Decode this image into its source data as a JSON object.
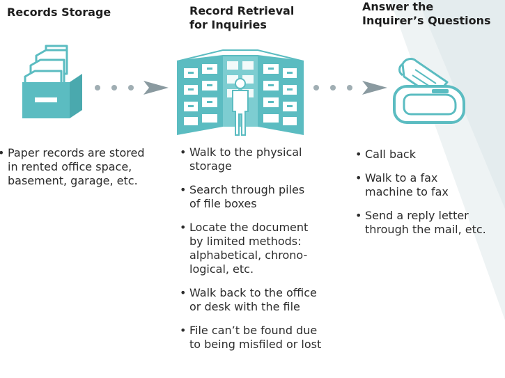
{
  "columns": [
    {
      "heading_line1": "Records Storage",
      "heading_line2": "",
      "icon": "file-cabinet-drawer-icon",
      "bullets": [
        [
          "Paper records are stored",
          "in rented office space,",
          "basement, garage, etc."
        ]
      ]
    },
    {
      "heading_line1": "Record Retrieval",
      "heading_line2": "for Inquiries",
      "icon": "records-room-person-icon",
      "bullets": [
        [
          "Walk to the physical",
          "storage"
        ],
        [
          "Search through piles",
          "of file boxes"
        ],
        [
          "Locate the document",
          "by limited methods:",
          "alphabetical, chrono-",
          "logical, etc."
        ],
        [
          "Walk back to the office",
          "or desk with the file"
        ],
        [
          "File can’t be found due",
          "to being misfiled or lost"
        ]
      ]
    },
    {
      "heading_line1": "Answer the",
      "heading_line2": "Inquirer’s Questions",
      "icon": "fax-machine-icon",
      "bullets": [
        [
          "Call back"
        ],
        [
          "Walk to a fax",
          "machine to fax"
        ],
        [
          "Send a reply letter",
          "through the mail, etc."
        ]
      ]
    }
  ],
  "colors": {
    "accent": "#5bbcc1",
    "arrow": "#8a9aa0",
    "background_tint": "#e6eff1"
  },
  "icons": [
    "dotted-arrow-icon",
    "dotted-arrow-icon"
  ]
}
